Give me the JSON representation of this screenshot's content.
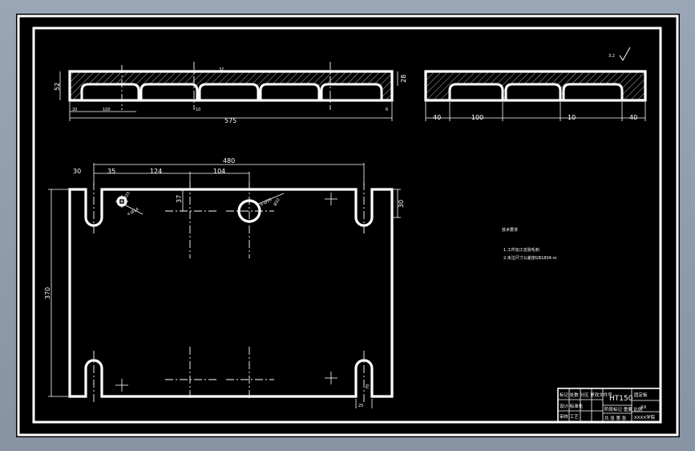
{
  "drawing": {
    "background": "#000000",
    "line_color": "#ffffff",
    "roughness_mark": "3.2",
    "front_view": {
      "dim_total_width": "575",
      "dim_height": "52",
      "dim_right_height": "28",
      "dim_left_offset": "20",
      "dim_slot_width": "100",
      "dim_rib": "10",
      "dim_right_offset": "6",
      "dim_top_center": "32"
    },
    "side_view": {
      "dim_left": "40",
      "dim_slot": "100",
      "dim_rib": "10",
      "dim_right": "40"
    },
    "plan_view": {
      "dim_overall": "480",
      "dim_edge": "30",
      "dim_a": "35",
      "dim_b": "124",
      "dim_c": "104",
      "dim_height": "370",
      "dim_notch_right": "30",
      "dim_v_offset": "37",
      "dim_bottom_slot": "25",
      "dim_slot_height": "70",
      "hole_small_label": "4-Ø14",
      "hole_small_sub": "Ø25",
      "hole_large_label": "4-Ø36",
      "hole_large_sub": "Ø32"
    },
    "notes": {
      "title": "技术要求",
      "line1": "1.工件加工去除毛刺",
      "line2": "2.未注尺寸公差按GB1804-m"
    },
    "title_block": {
      "material": "HT150",
      "part_name": "固定板",
      "drawing_no": "XX",
      "row1": "标记 处数 分区 更改文件号",
      "row2": "设计 标准化",
      "row3": "审核 工艺",
      "scale_row": "阶段标记 重量 比例",
      "sheet_row": "共 张 第 张",
      "school": "XXXX学院"
    }
  }
}
